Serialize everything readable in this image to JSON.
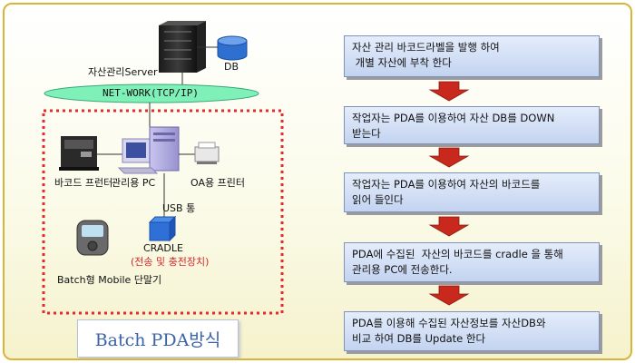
{
  "diagram": {
    "title": "Batch PDA방식",
    "nodes": {
      "server": "자산관리Server",
      "db": "DB",
      "network": "NET-WORK(TCP/IP)",
      "barcode_printer": "바코드 프런터",
      "admin_pc": "관리용 PC",
      "oa_printer": "OA용 프린터",
      "usb": "USB 통",
      "cradle": "CRADLE",
      "cradle_note": "(전송 및 충전장치)",
      "pda": "Batch형 Mobile 단말기"
    },
    "steps": [
      {
        "line1": "자산 관리 바코드라벨을 발행 하여",
        "line2": " 개별 자산에 부착 한다"
      },
      {
        "line1": "작업자는 PDA를 이용하여 자산 DB를 DOWN",
        "line2": "받는다"
      },
      {
        "line1": "작업자는 PDA를 이용하여 자산의 바코드를",
        "line2": "읽어 들인다"
      },
      {
        "line1": "PDA에 수집된  자산의 바코드를 cradle 을 통해",
        "line2": "관리용 PC에 전송한다."
      },
      {
        "line1": "PDA를 이용해 수집된 자산정보를 자산DB와",
        "line2": "비교 하여 DB를 Update 한다"
      }
    ],
    "colors": {
      "frame_border": "#d8b43a",
      "network_ellipse": "#7ff0b8",
      "dashed_border": "#e8282a",
      "arrow": "#c8291c",
      "step_fill": "#c3d3f0",
      "title_text": "#3a63a8",
      "cradle_note": "#d7262a"
    }
  }
}
